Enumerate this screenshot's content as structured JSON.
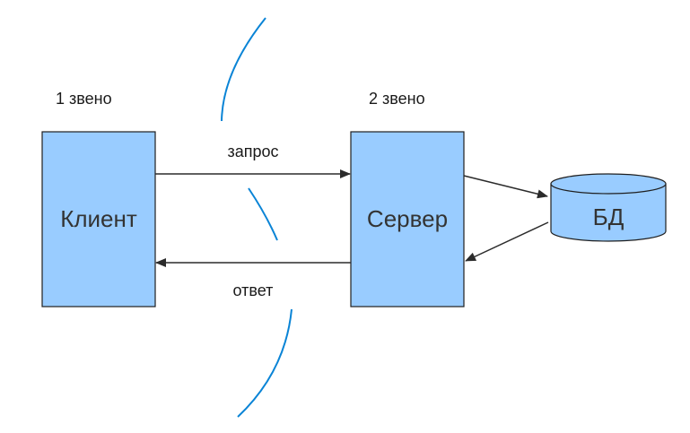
{
  "tiers": {
    "tier1": "1 звено",
    "tier2": "2 звено"
  },
  "nodes": {
    "client": "Клиент",
    "server": "Сервер",
    "db": "БД"
  },
  "edges": {
    "request": "запрос",
    "response": "ответ"
  },
  "colors": {
    "box_fill": "#99ccff",
    "box_stroke": "#1f1f1f",
    "arrow": "#2b2b2b",
    "separator": "#0a84d6"
  }
}
